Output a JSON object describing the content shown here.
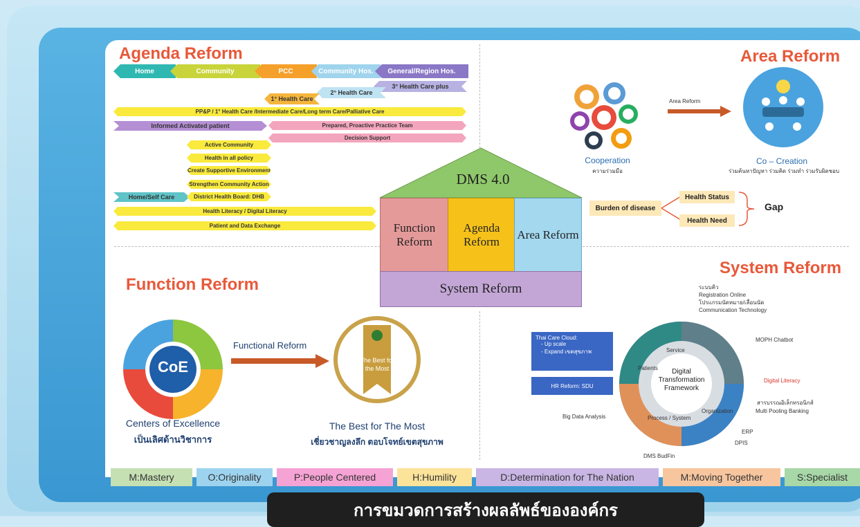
{
  "agenda": {
    "title": "Agenda Reform",
    "flow": [
      "Home",
      "Community",
      "PCC",
      "Community Hos.",
      "General/Region Hos."
    ],
    "care_levels": [
      "3° Health Care plus",
      "2° Health Care",
      "1° Health Care"
    ],
    "bars": [
      "PP&P / 1° Health Care /Intermediate Care/Long term Care/Palliative Care",
      "Informed Activated patient",
      "Prepared, Proactive Practice Team",
      "Decision Support",
      "Active Community",
      "Health in all policy",
      "Create Supportive Environment",
      "Strengthen Community Action",
      "Home/Self Care",
      "District Health Board: DHB",
      "Health Literacy / Digital Literacy",
      "Patient and Data Exchange"
    ]
  },
  "area": {
    "title": "Area Reform",
    "arrow_label": "Area Reform",
    "cooperation": "Cooperation",
    "cooperation_th": "ความร่วมมือ",
    "cocreation": "Co – Creation",
    "cocreation_th": "ร่วมค้นหาปัญหา ร่วมคิด ร่วมทำ ร่วมรับผิดชอบ",
    "burden": "Burden of disease",
    "health_status": "Health Status",
    "health_need": "Health Need",
    "gap": "Gap"
  },
  "house": {
    "roof": "DMS 4.0",
    "function": "Function Reform",
    "agenda": "Agenda Reform",
    "area": "Area Reform",
    "system": "System Reform"
  },
  "function": {
    "title": "Function Reform",
    "coe": "CoE",
    "arrow_label": "Functional Reform",
    "coe_caption": "Centers of Excellence",
    "coe_caption_th": "เป็นเลิศด้านวิชาการ",
    "badge_text": "The Best for the Most",
    "best_caption": "The Best for The Most",
    "best_caption_th": "เชี่ยวชาญลงลึก ตอบโจทย์เขตสุขภาพ"
  },
  "system": {
    "title": "System Reform",
    "cloud_title": "Thai Care Cloud:",
    "cloud_items": [
      "- Up scale",
      "- Expand เขตสุขภาพ"
    ],
    "hr": "HR Reform: SDU",
    "top_items": [
      "ระบบคิว",
      "Registration Online",
      "โปรแกรมนัดหมาย/เลื่อนนัด",
      "Communication Technology"
    ],
    "center": "Digital Transformation Framework",
    "ring_labels": [
      "Service",
      "Patients",
      "Organization",
      "Process / System"
    ],
    "right_items": [
      "MOPH Chatbot",
      "Digital Literacy",
      "สารบรรณอิเล็กทรอนิกส์",
      "Multi Pooling Banking",
      "ERP",
      "DPIS"
    ],
    "left_items": [
      "Big Data Analysis"
    ],
    "bottom_items": [
      "DMS BudFin"
    ]
  },
  "values": [
    {
      "label": "M:Mastery",
      "color": "#c5e0b3"
    },
    {
      "label": "O:Originality",
      "color": "#9dd3ef"
    },
    {
      "label": "P:People Centered",
      "color": "#f5a3d4"
    },
    {
      "label": "H:Humility",
      "color": "#fce39a"
    },
    {
      "label": "D:Determination for The Nation",
      "color": "#c9b6e4"
    },
    {
      "label": "M:Moving Together",
      "color": "#f7c69f"
    },
    {
      "label": "S:Specialist",
      "color": "#a8d8a8"
    }
  ],
  "footer": "การขมวดการสร้างผลลัพธ์ขององค์กร"
}
